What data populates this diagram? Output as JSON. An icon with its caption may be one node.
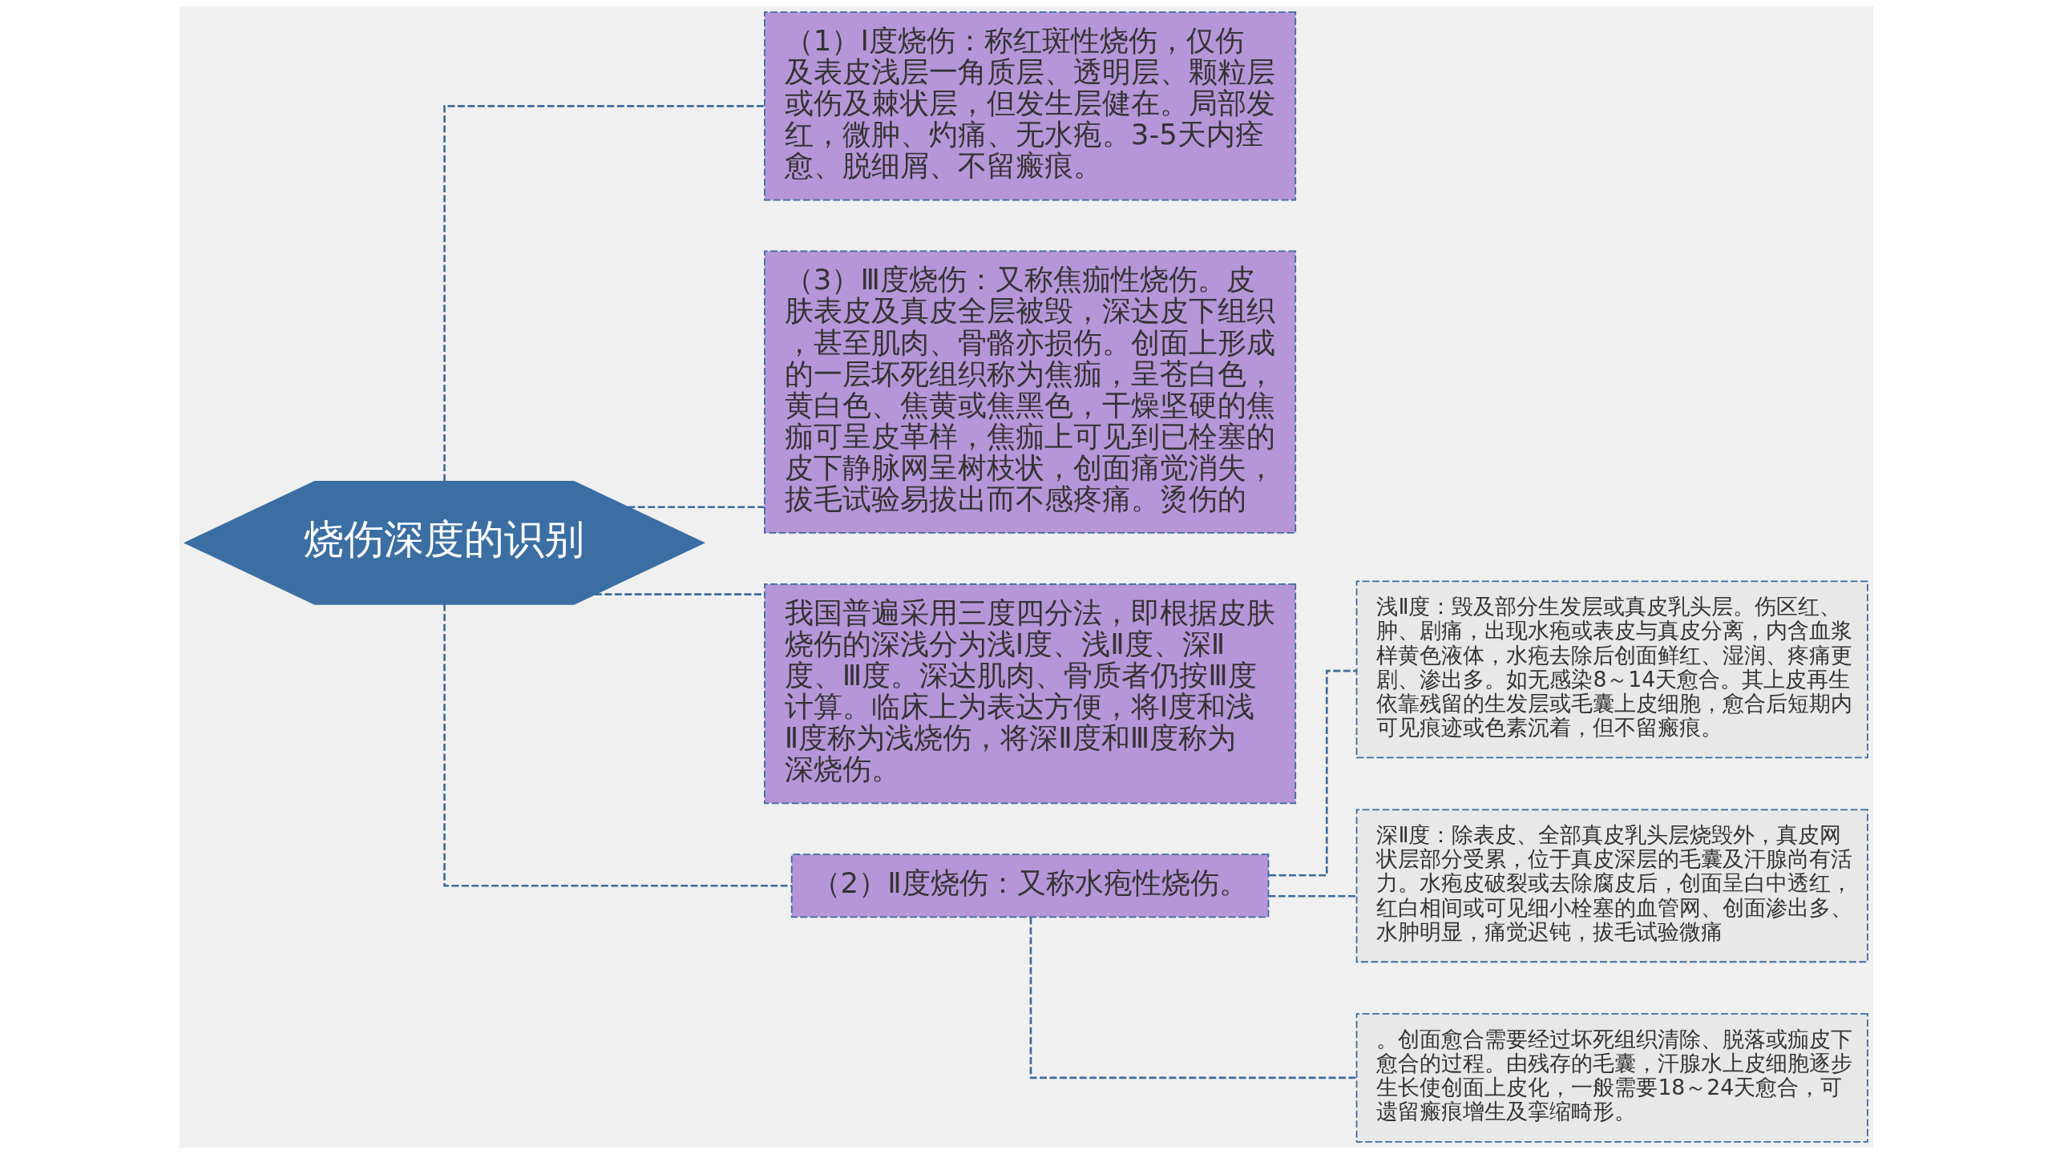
{
  "diagram": {
    "nodes": [
      {
        "text": [
          "烧伤深度的识别"
        ]
      },
      {
        "text": [
          "（1）Ⅰ度烧伤：称红斑性烧伤，仅伤及表皮浅层一角质层、透明层、颗粒层或伤及棘状层，但发生层健在。局部发红，微肿、灼痛、无水疱。3-5天内痊愈、脱细屑、不留瘢痕。"
        ]
      },
      {
        "text": [
          "（3）Ⅲ度烧伤：又称焦痂性烧伤。皮肤表皮及真皮全层被毁，深达皮下组织，甚至肌肉、骨骼亦损伤。创面上形成的一层坏死组织称为焦痂，呈苍白色，黄白色、焦黄或焦黑色，干燥坚硬的焦痂可呈皮革样，焦痂上可见到已栓塞的皮下静脉网呈树枝状，创面痛觉消失，拔毛试验易拔出而不感疼痛。烫伤的"
        ]
      },
      {
        "text": [
          "我国普遍采用三度四分法，即根据皮肤烧伤的深浅分为浅Ⅰ度、浅Ⅱ度、深Ⅱ度、Ⅲ度。深达肌肉、骨质者仍按Ⅲ度计算。临床上为表达方便，将Ⅰ度和浅Ⅱ度称为浅烧伤，将深Ⅱ度和Ⅲ度称为深烧伤。"
        ]
      },
      {
        "text": [
          "（2）Ⅱ度烧伤：又称水疱性烧伤。"
        ]
      },
      {
        "text": [
          "浅Ⅱ度：毁及部分生发层或真皮乳头层。伤区红、肿、剧痛，出现水疱或表皮与真皮分离，内含血浆样黄色液体，水疱去除后创面鲜红、湿润、疼痛更剧、渗出多。如无感染8～14天愈合。其上皮再生依靠残留的生发层或毛囊上皮细胞，愈合后短期内可见痕迹或色素沉着，但不留瘢痕。"
        ]
      },
      {
        "text": [
          "深Ⅱ度：除表皮、全部真皮乳头层烧毁外，真皮网状层部分受累，位于真皮深层的毛囊及汗腺尚有活力。水疱皮破裂或去除腐皮后，创面呈白中透红，红白相间或可见细小栓塞的血管网、创面渗出多、水肿明显，痛觉迟钝，拔毛试验微痛"
        ]
      },
      {
        "text": [
          "。创面愈合需要经过坏死组织清除、脱落或痂皮下愈合的过程。由残存的毛囊，汗腺水上皮细胞逐步生长使创面上皮化，一般需要18～24天愈合，可遗留瘢痕增生及挛缩畸形。"
        ]
      }
    ],
    "edges": [
      {
        "from": 0,
        "to": 1,
        "arrow": "none",
        "style": "dashed"
      },
      {
        "from": 0,
        "to": 2,
        "arrow": "none",
        "style": "dashed"
      },
      {
        "from": 0,
        "to": 3,
        "arrow": "none",
        "style": "dashed"
      },
      {
        "from": 0,
        "to": 4,
        "arrow": "none",
        "style": "dashed"
      },
      {
        "from": 4,
        "to": 5,
        "arrow": "none",
        "style": "dashed"
      },
      {
        "from": 4,
        "to": 6,
        "arrow": "none",
        "style": "dashed"
      },
      {
        "from": 4,
        "to": 7,
        "arrow": "none",
        "style": "dashed"
      }
    ]
  }
}
